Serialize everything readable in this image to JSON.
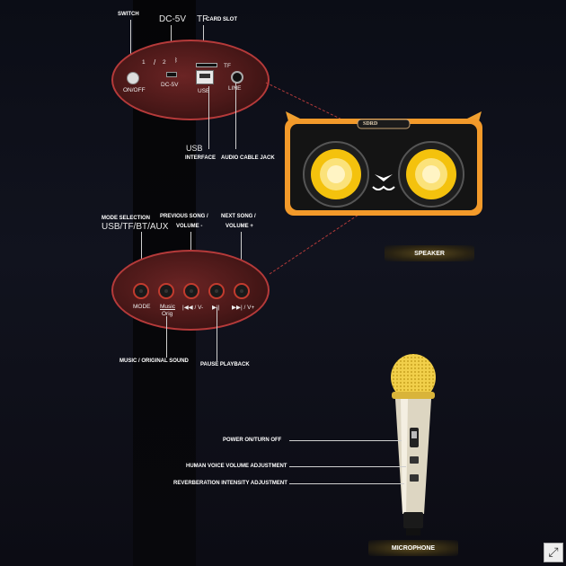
{
  "top_panel": {
    "switch_label": "SWITCH",
    "dc_title": "DC-5V",
    "tf_title_big": "TF",
    "tf_title_small": "CARD SLOT",
    "switch_positions": "1",
    "switch_pos2": "2",
    "on_off": "ON/OFF",
    "dc_small": "DC-5V",
    "usb_small": "USB",
    "tf_small": "TF",
    "line_small": "LINE",
    "usb_big": "USB",
    "usb_interface": "INTERFACE",
    "audio_jack": "AUDIO CABLE JACK"
  },
  "speaker": {
    "brand": "SDRD",
    "badge": "SPEAKER"
  },
  "buttons_panel": {
    "mode_selection": "MODE SELECTION",
    "mode_options": "USB/TF/BT/AUX",
    "prev_song": "PREVIOUS SONG /",
    "volume_minus": "VOLUME  -",
    "next_song": "NEXT SONG /",
    "volume_plus": "VOLUME +",
    "mode": "MODE",
    "music": "Music",
    "orig": "Orig",
    "prev_ctrl": "|◀◀ / V-",
    "play_ctrl": "▶||",
    "next_ctrl": "▶▶| / V+",
    "music_original": "MUSIC / ORIGINAL SOUND",
    "pause_playback": "PAUSE PLAYBACK"
  },
  "microphone": {
    "power": "POWER ON/TURN OFF",
    "voice_volume": "HUMAN VOICE VOLUME ADJUSTMENT",
    "reverb": "REVERBERATION INTENSITY ADJUSTMENT",
    "badge": "MICROPHONE"
  },
  "corner_icon": "⤢"
}
